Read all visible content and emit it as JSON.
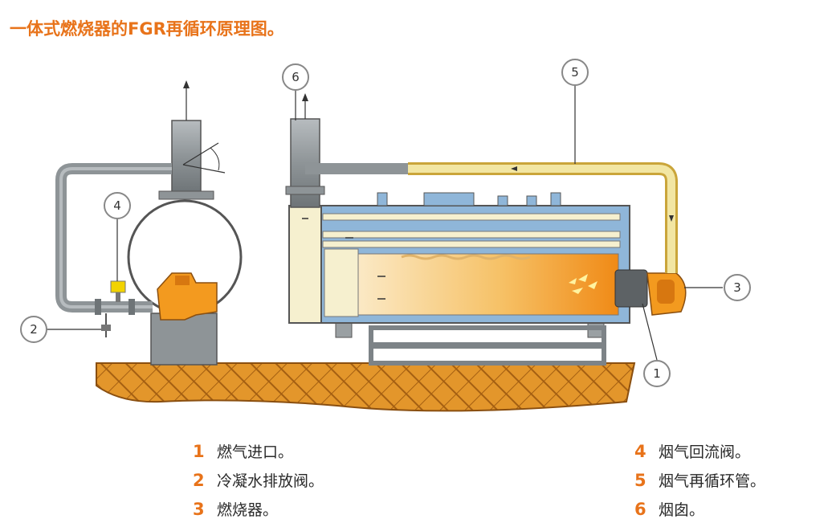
{
  "title": "一体式燃烧器的FGR再循环原理图。",
  "callouts": [
    "1",
    "2",
    "3",
    "4",
    "5",
    "6"
  ],
  "legend": [
    {
      "num": "1",
      "text": "燃气进口。"
    },
    {
      "num": "2",
      "text": "冷凝水排放阀。"
    },
    {
      "num": "3",
      "text": "燃烧器。"
    },
    {
      "num": "4",
      "text": "烟气回流阀。"
    },
    {
      "num": "5",
      "text": "烟气再循环管。"
    },
    {
      "num": "6",
      "text": "烟囱。"
    }
  ],
  "colors": {
    "accent": "#e8731a",
    "pipe": "#8e9497",
    "recirc_pipe": "#f2e6a3",
    "water_jacket": "#8fb6d9",
    "ground": "#e3962b",
    "flame": "#f6a32b"
  }
}
